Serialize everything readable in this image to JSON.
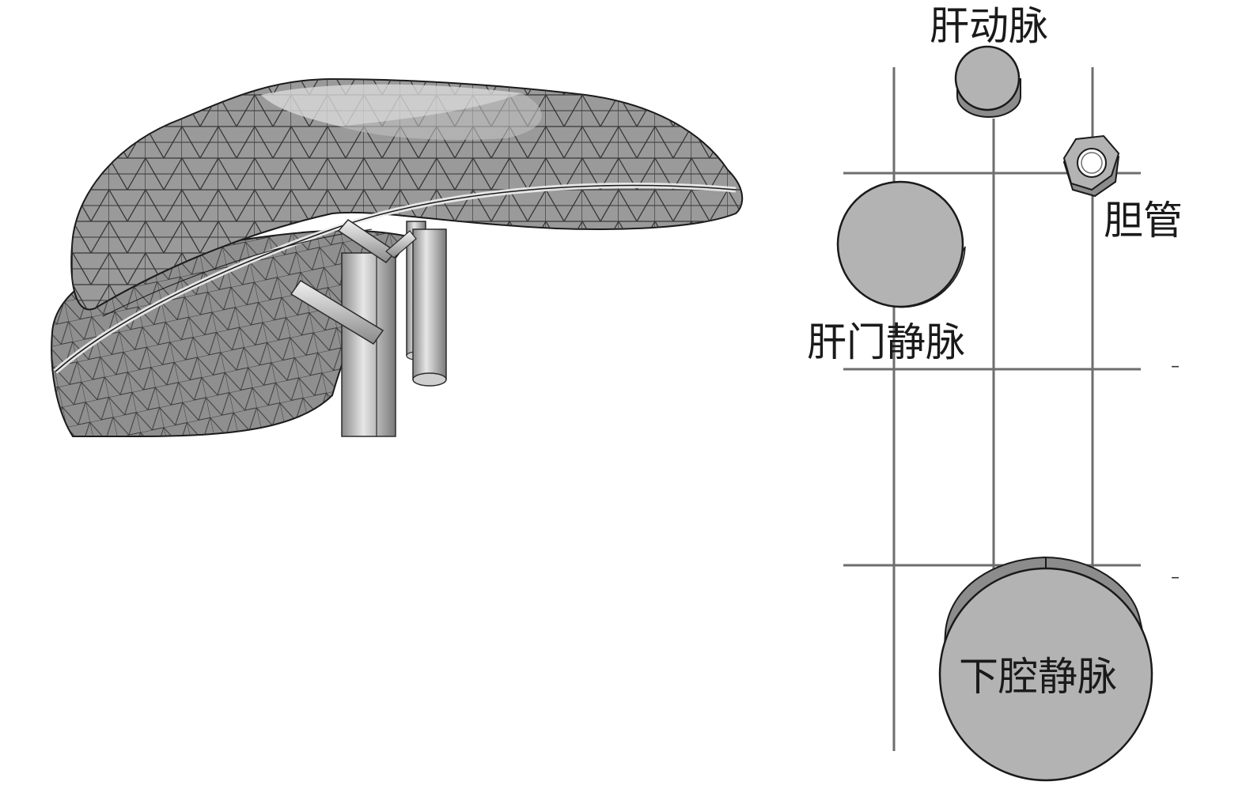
{
  "labels": {
    "hepatic_artery": "肝动脉",
    "bile_duct": "胆管",
    "hepatic_portal_vein": "肝门静脉",
    "inferior_vena_cava": "下腔静脉"
  },
  "ticks": {
    "upper": "–",
    "lower": "–"
  },
  "colors": {
    "mesh_fill": "#8f8f8f",
    "mesh_light": "#c8c8c8",
    "mesh_line": "#2b2b2b",
    "vessel_fill": "#b3b3b3",
    "vessel_side": "#8c8c8c",
    "grid_line": "#6e6e6e",
    "outline": "#1a1a1a"
  }
}
